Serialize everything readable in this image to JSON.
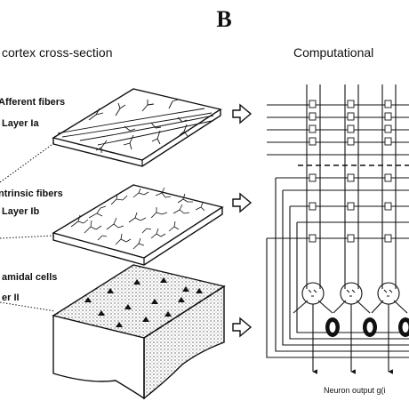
{
  "panel_letter": "B",
  "left_title": "cortex cross-section",
  "right_title": "Computational",
  "layers": [
    {
      "line1": "Afferent fibers",
      "line2": "Layer Ia"
    },
    {
      "line1": "ntrinsic fibers",
      "line2": "Layer Ib"
    },
    {
      "line1": "amidal cells",
      "line2": "er II"
    }
  ],
  "output_label": "Neuron output g(i",
  "colors": {
    "ink": "#111111",
    "background": "#ffffff"
  }
}
